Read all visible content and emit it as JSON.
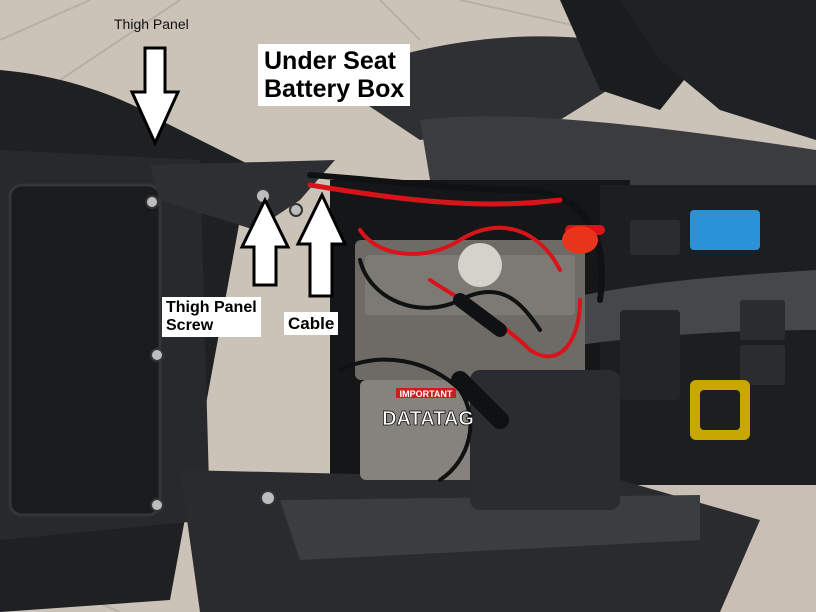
{
  "annotations": {
    "thigh_panel_label": "Thigh Panel",
    "title_line1": "Under Seat",
    "title_line2": "Battery Box",
    "thigh_panel_screw_line1": "Thigh Panel",
    "thigh_panel_screw_line2": "Screw",
    "cable_label": "Cable"
  },
  "battery_text": {
    "warning": "IMPORTANT",
    "brand": "DATATAG"
  },
  "colors": {
    "background_paving": "#cfc7bd",
    "motorbike_black": "#1c1d1f",
    "cable_red": "#d8141a",
    "fuse_blue": "#2a92d6",
    "battery_grey": "#6d6a66",
    "label_background": "#ffffff"
  }
}
